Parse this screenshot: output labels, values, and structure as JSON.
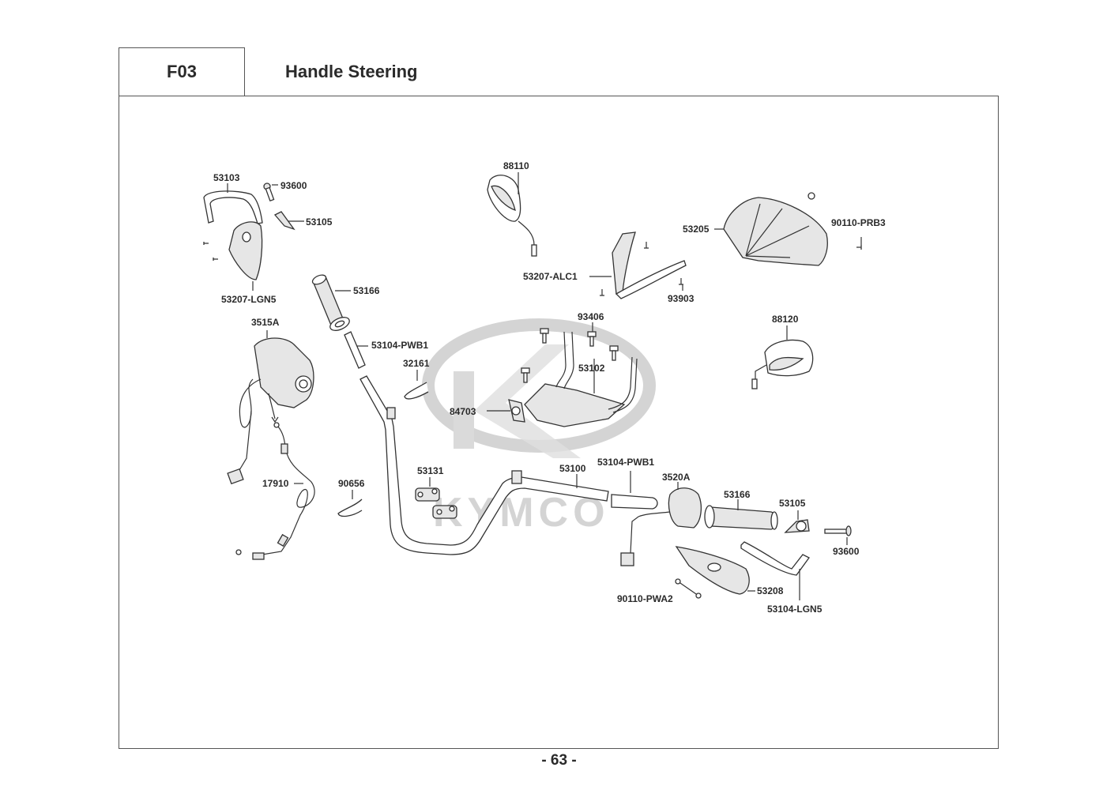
{
  "header": {
    "section_code": "F03",
    "title": "Handle Steering"
  },
  "watermark": {
    "brand": "KYMCO"
  },
  "page_number": "- 63 -",
  "parts": [
    {
      "id": "p-53103",
      "label": "53103"
    },
    {
      "id": "p-93600-l",
      "label": "93600"
    },
    {
      "id": "p-53105-l",
      "label": "53105"
    },
    {
      "id": "p-53207-lgn5",
      "label": "53207-LGN5"
    },
    {
      "id": "p-88110",
      "label": "88110"
    },
    {
      "id": "p-53207-alc1",
      "label": "53207-ALC1"
    },
    {
      "id": "p-93903",
      "label": "93903"
    },
    {
      "id": "p-53205",
      "label": "53205"
    },
    {
      "id": "p-90110-prb3",
      "label": "90110-PRB3"
    },
    {
      "id": "p-53166-l",
      "label": "53166"
    },
    {
      "id": "p-53104-pwb1-l",
      "label": "53104-PWB1"
    },
    {
      "id": "p-3515a",
      "label": "3515A"
    },
    {
      "id": "p-32161",
      "label": "32161"
    },
    {
      "id": "p-93406",
      "label": "93406"
    },
    {
      "id": "p-53102",
      "label": "53102"
    },
    {
      "id": "p-84703",
      "label": "84703"
    },
    {
      "id": "p-88120",
      "label": "88120"
    },
    {
      "id": "p-17910",
      "label": "17910"
    },
    {
      "id": "p-90656",
      "label": "90656"
    },
    {
      "id": "p-53131",
      "label": "53131"
    },
    {
      "id": "p-53100",
      "label": "53100"
    },
    {
      "id": "p-53104-pwb1-r",
      "label": "53104-PWB1"
    },
    {
      "id": "p-3520a",
      "label": "3520A"
    },
    {
      "id": "p-53166-r",
      "label": "53166"
    },
    {
      "id": "p-53105-r",
      "label": "53105"
    },
    {
      "id": "p-93600-r",
      "label": "93600"
    },
    {
      "id": "p-53208",
      "label": "53208"
    },
    {
      "id": "p-90110-pwa2",
      "label": "90110-PWA2"
    },
    {
      "id": "p-53104-lgn5",
      "label": "53104-LGN5"
    }
  ]
}
